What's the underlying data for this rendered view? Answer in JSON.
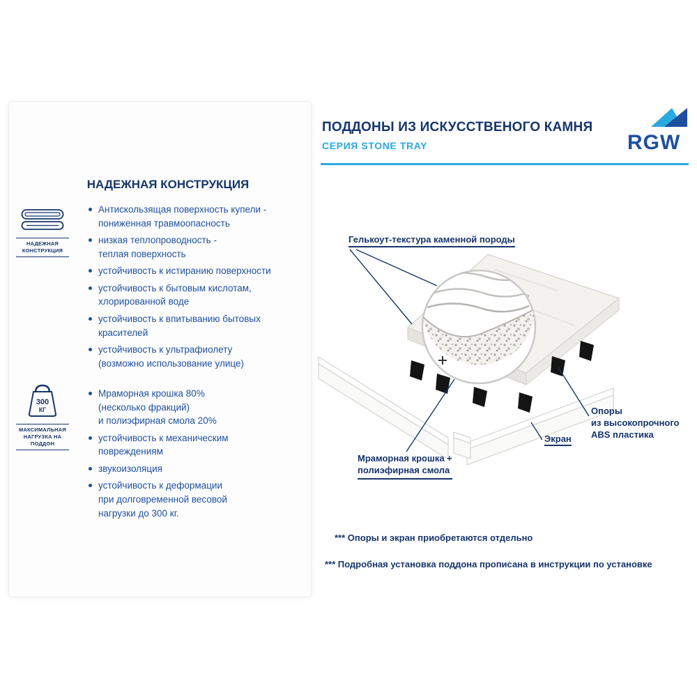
{
  "header": {
    "title": "ПОДДОНЫ ИЗ ИСКУССТВЕНОГО КАМНЯ",
    "subtitle": "СЕРИЯ STONE TRAY",
    "brand": "RGW"
  },
  "panel": {
    "title": "НАДЕЖНАЯ КОНСТРУКЦИЯ",
    "icon1_caption": "НАДЕЖНАЯ\nКОНСТРУКЦИЯ",
    "icon2_caption": "МАКСИМАЛЬНАЯ\nНАГРУЗКА НА ПОДДОН",
    "icon2_weight_top": "300",
    "icon2_weight_bottom": "КГ",
    "group1": [
      "Антискользящая поверхность купели -\nпониженная травмоопасность",
      "низкая теплопроводность -\n теплая поверхность",
      "устойчивость к истиранию поверхности",
      "устойчивость к бытовым кислотам,\nхлорированной воде",
      "устойчивость к впитыванию бытовых\nкрасителей",
      "устойчивость к ультрафиолету\n(возможно использование улице)"
    ],
    "group2": [
      "Мраморная крошка 80%\n(несколько фракций)\n и полиэфирная смола 20%",
      "устойчивость к механическим\nповреждениям",
      "звукоизоляция",
      "устойчивость к деформации\nпри долговременной весовой\nнагрузки до 300 кг."
    ]
  },
  "diagram": {
    "label_gelcoat": "Гелькоут-текстура каменной породы",
    "label_supports": "Опоры\nиз высокопрочного\nABS пластика",
    "label_screen": "Экран",
    "label_marble": "Мраморная крошка +\nполиэфирная смола"
  },
  "footnotes": [
    "*** Опоры и экран приобретаются отдельно",
    "*** Подробная установка поддона прописана в инструкции по установке"
  ],
  "colors": {
    "navy": "#15356b",
    "blue": "#1d4f9c",
    "cyan": "#29a9e0"
  }
}
